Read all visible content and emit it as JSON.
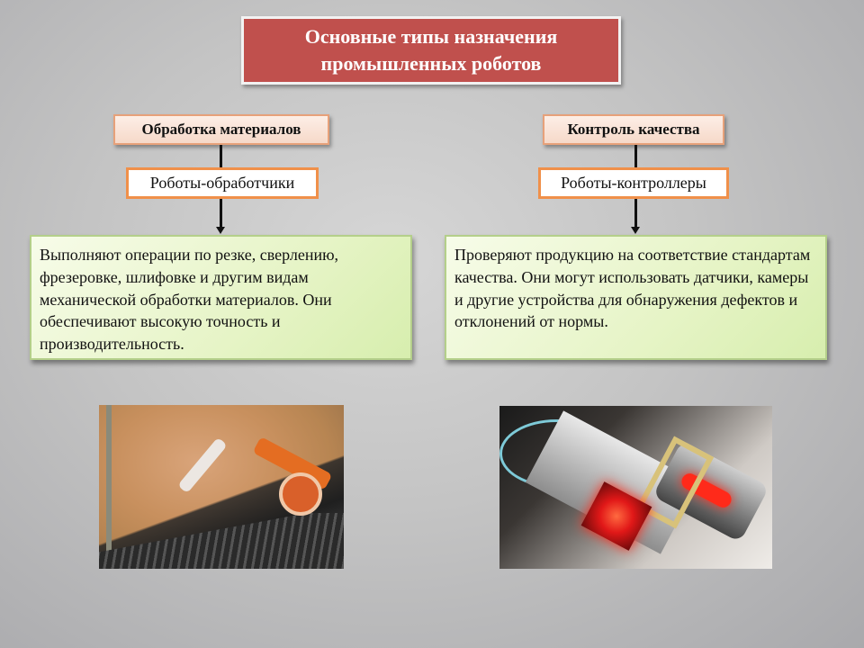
{
  "title": {
    "line1": "Основные типы назначения",
    "line2": "промышленных роботов"
  },
  "branches": [
    {
      "category": "Обработка материалов",
      "robot_type": "Роботы-обработчики",
      "description": "Выполняют операции по резке, сверлению, фрезеровке, шлифовке и другим видам механической обработки материалов. Они обеспечивают высокую точность и производительность.",
      "image_alt": "industrial-robot-milling-photo"
    },
    {
      "category": "Контроль качества",
      "robot_type": "Роботы-контроллеры",
      "description": "Проверяют продукцию на соответствие стандартам качества. Они могут использовать датчики, камеры и другие устройства для обнаружения дефектов и отклонений от нормы.",
      "image_alt": "inspection-camera-sensor-photo"
    }
  ],
  "colors": {
    "title_bg": "#c0504d",
    "category_border": "#e7a17a",
    "robot_type_border": "#f0904a",
    "description_bg": "#e6f4c6",
    "background": "#c4c4c4"
  }
}
